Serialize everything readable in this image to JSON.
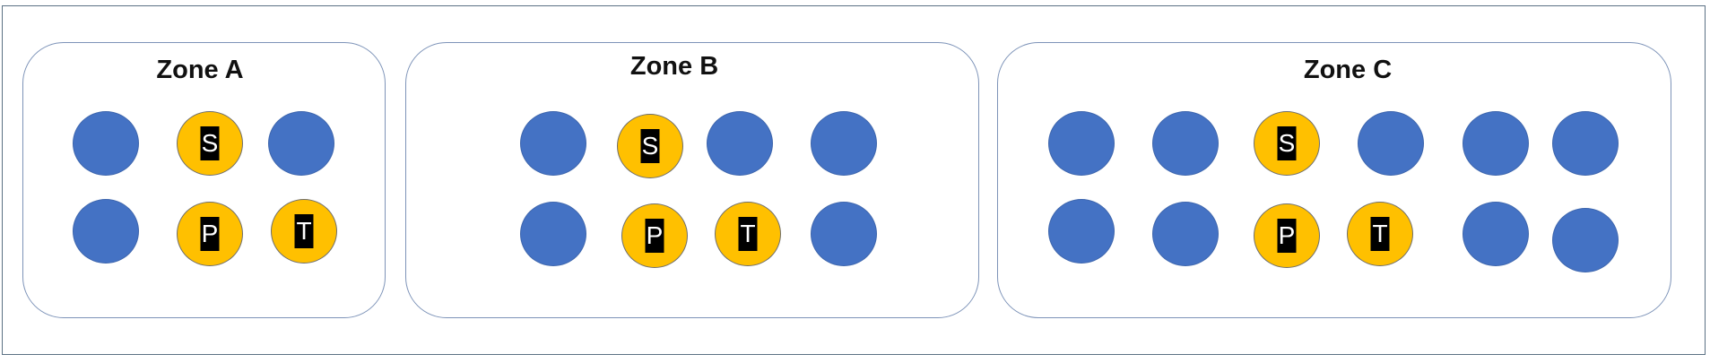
{
  "colors": {
    "blue_node": "#4472c4",
    "gold_node": "#ffc000",
    "zone_border": "#7d93b8",
    "frame_border": "#5b7184"
  },
  "zones": [
    {
      "title": "Zone A",
      "rows": [
        [
          {
            "kind": "blue"
          },
          {
            "kind": "gold",
            "label": "S"
          },
          {
            "kind": "blue"
          }
        ],
        [
          {
            "kind": "blue"
          },
          {
            "kind": "gold",
            "label": "P"
          },
          {
            "kind": "gold",
            "label": "T"
          }
        ]
      ]
    },
    {
      "title": "Zone B",
      "rows": [
        [
          {
            "kind": "blue"
          },
          {
            "kind": "gold",
            "label": "S"
          },
          {
            "kind": "blue"
          },
          {
            "kind": "blue"
          }
        ],
        [
          {
            "kind": "blue"
          },
          {
            "kind": "gold",
            "label": "P"
          },
          {
            "kind": "gold",
            "label": "T"
          },
          {
            "kind": "blue"
          }
        ]
      ]
    },
    {
      "title": "Zone C",
      "rows": [
        [
          {
            "kind": "blue"
          },
          {
            "kind": "blue"
          },
          {
            "kind": "gold",
            "label": "S"
          },
          {
            "kind": "blue"
          },
          {
            "kind": "blue"
          },
          {
            "kind": "blue"
          }
        ],
        [
          {
            "kind": "blue"
          },
          {
            "kind": "blue"
          },
          {
            "kind": "gold",
            "label": "P"
          },
          {
            "kind": "gold",
            "label": "T"
          },
          {
            "kind": "blue"
          },
          {
            "kind": "blue"
          }
        ]
      ]
    }
  ]
}
